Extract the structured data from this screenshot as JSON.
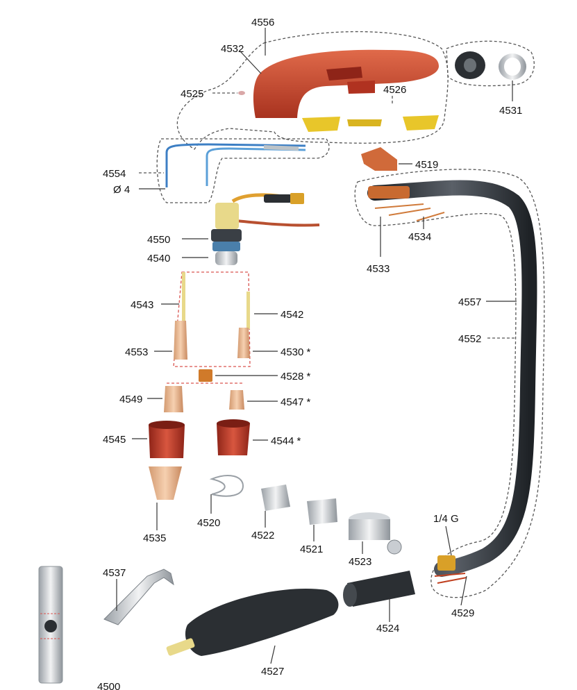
{
  "labels": {
    "l4556": "4556",
    "l4532": "4532",
    "l4525": "4525",
    "l4526": "4526",
    "l4531": "4531",
    "l4519": "4519",
    "l4554": "4554",
    "phi4": "Ø 4",
    "l4534": "4534",
    "l4533": "4533",
    "l4550": "4550",
    "l4540": "4540",
    "l4543": "4543",
    "l4542": "4542",
    "l4557": "4557",
    "l4552": "4552",
    "l4553": "4553",
    "l4530": "4530 *",
    "l4528": "4528 *",
    "l4549": "4549",
    "l4547": "4547 *",
    "l4545": "4545",
    "l4544": "4544 *",
    "l4520": "4520",
    "l4522": "4522",
    "l4521": "4521",
    "l4523": "4523",
    "l4535": "4535",
    "l4537": "4537",
    "l4524": "4524",
    "l4527": "4527",
    "l14g": "1/4 G",
    "l4529": "4529",
    "l4500": "4500"
  },
  "colors": {
    "handle_red": "#c8452f",
    "insulator_yellow": "#e8c62a",
    "cable_dark": "#3a3f45",
    "copper": "#d07a3a",
    "tip_tan": "#e8b48c",
    "nozzle_red": "#c03a2e",
    "metal": "#c9cdd2",
    "wire_blue": "#3d7fc4"
  }
}
